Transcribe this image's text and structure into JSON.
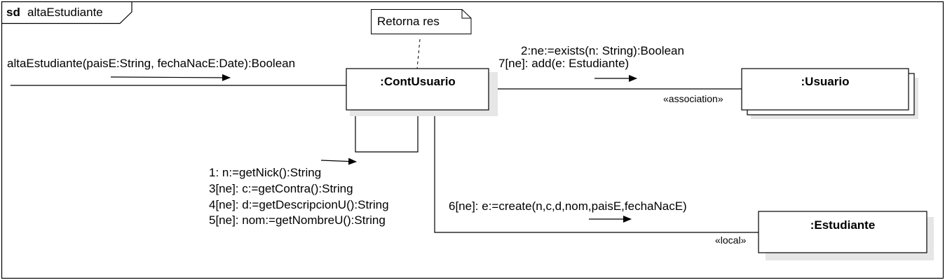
{
  "frame": {
    "keyword": "sd",
    "name": "altaEstudiante"
  },
  "note": {
    "text": "Retorna res"
  },
  "lifelines": {
    "cont_usuario": ":ContUsuario",
    "usuario": ":Usuario",
    "estudiante": ":Estudiante"
  },
  "messages": {
    "entry": "altaEstudiante(paisE:String, fechaNacE:Date):Boolean",
    "to_usuario": [
      "2:ne:=exists(n: String):Boolean",
      "7[ne]: add(e: Estudiante)"
    ],
    "self_calls": [
      "1: n:=getNick():String",
      "3[ne]: c:=getContra():String",
      "4[ne]: d:=getDescripcionU():String",
      "5[ne]: nom:=getNombreU():String"
    ],
    "to_estudiante": "6[ne]: e:=create(n,c,d,nom,paisE,fechaNacE)"
  },
  "link_stereotypes": {
    "usuario": "«association»",
    "estudiante": "«local»"
  },
  "colors": {
    "line": "#000000",
    "shadow": "#e6e6e6",
    "background": "#ffffff"
  }
}
